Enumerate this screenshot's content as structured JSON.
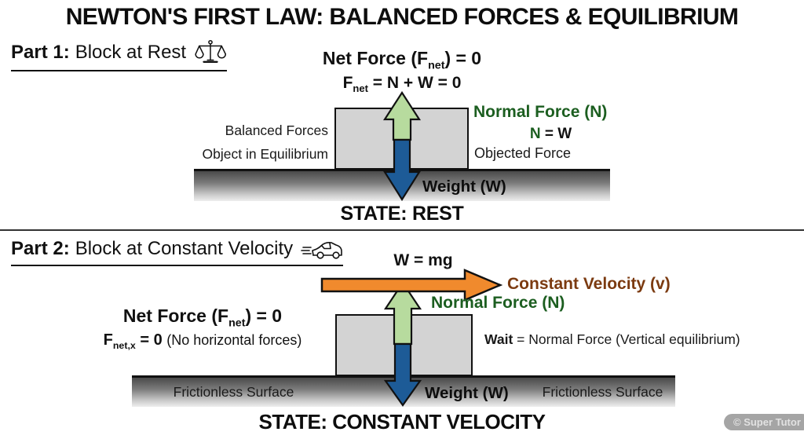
{
  "title": "NEWTON'S FIRST LAW: BALANCED FORCES & EQUILIBRIUM",
  "colors": {
    "normal_arrow_green": "#b7db9e",
    "weight_arrow_blue": "#1d5b97",
    "velocity_arrow_orange": "#f08a2d",
    "normal_text_green": "#1c5e20",
    "velocity_text_brown": "#7b3a10",
    "block_gray": "#d3d3d3",
    "surface_dark": "#4a4a4a",
    "surface_light": "#eeeeee",
    "text_black": "#111111",
    "watermark_gray": "#a5a5a5"
  },
  "part1": {
    "heading_bold": "Part 1:",
    "heading_rest": "Block at Rest",
    "net_force_line1": {
      "pre": "Net Force (F",
      "sub": "net",
      "post": ") = 0"
    },
    "net_force_line2": {
      "pre": "F",
      "sub": "net",
      "post": " = N + W = 0"
    },
    "label_balanced": "Balanced Forces",
    "label_equilibrium": "Object in Equilibrium",
    "normal_force": "Normal Force (N)",
    "n_equals_w": {
      "n": "N",
      "rest": " = W"
    },
    "objected_force": "Objected Force",
    "weight": "Weight (W)",
    "state": "STATE: REST"
  },
  "part2": {
    "heading_bold": "Part 2:",
    "heading_rest": "Block at Constant Velocity",
    "w_mg": "W = mg",
    "constant_velocity": "Constant Velocity (v)",
    "normal_force": "Normal Force (N)",
    "net_force_line1": {
      "pre": "Net Force (F",
      "sub": "net",
      "post": ") = 0"
    },
    "net_force_line2": {
      "pre": "F",
      "sub": "net,x",
      "post": " = 0 ",
      "note": "(No horizontal forces)"
    },
    "wait_bold": "Wait",
    "wait_rest": " = Normal Force (Vertical equilibrium)",
    "frictionless_left": "Frictionless Surface",
    "frictionless_right": "Frictionless Surface",
    "weight": "Weight (W)",
    "state": "STATE: CONSTANT VELOCITY"
  },
  "watermark": "© Super Tutor"
}
